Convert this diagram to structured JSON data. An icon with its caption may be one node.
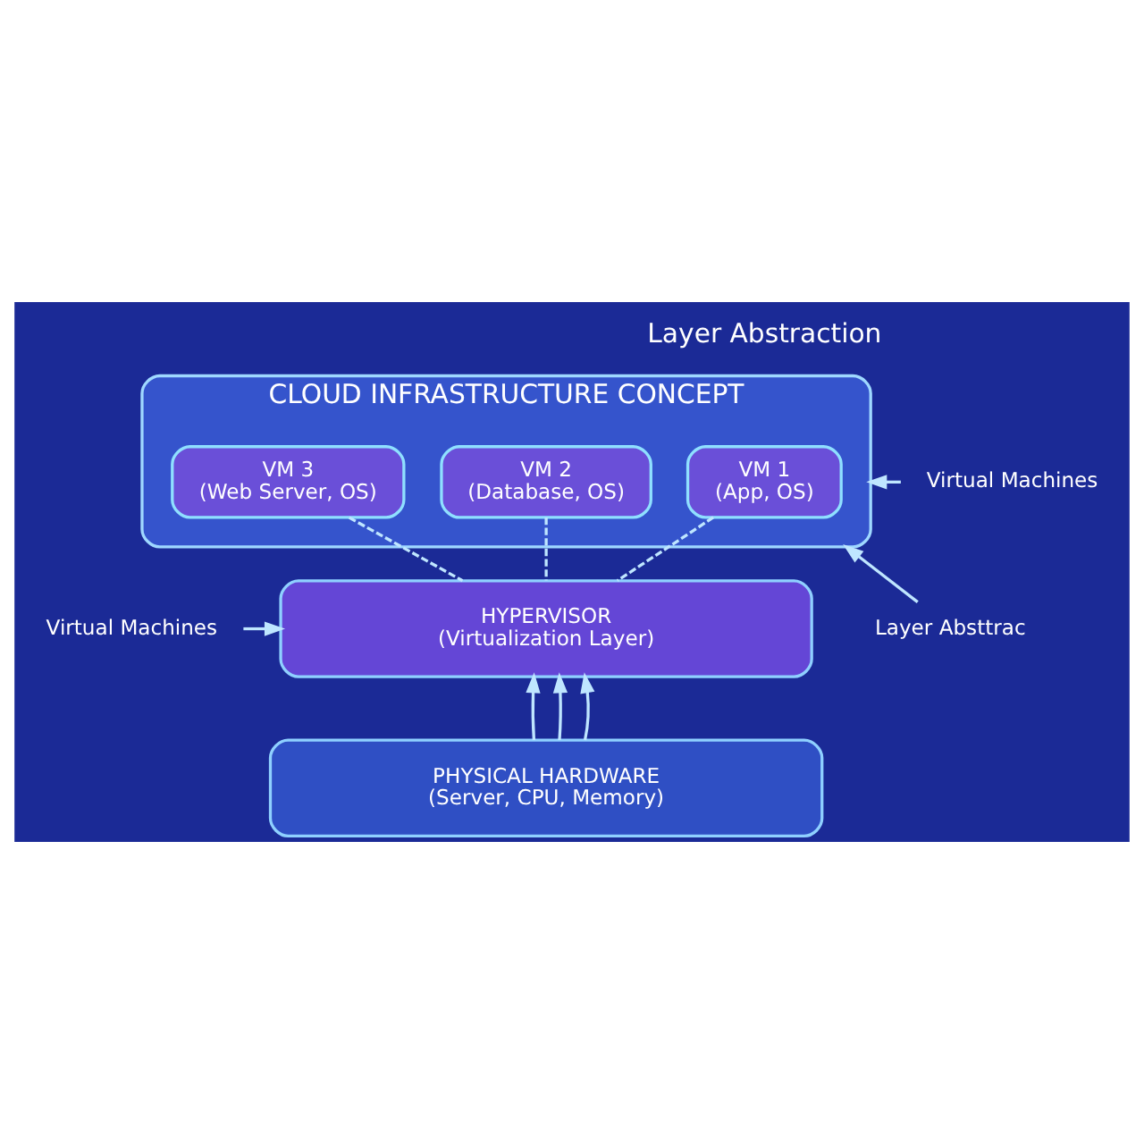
{
  "diagram": {
    "nodes": [
      {
        "text": [
          "CLOUD INFRASTRUCTURE CONCEPT"
        ]
      },
      {
        "text": [
          "VM 1",
          "(App, OS)"
        ],
        "in": 0
      },
      {
        "text": [
          "VM 2",
          "(Database, OS)"
        ],
        "in": 0
      },
      {
        "text": [
          "VM 3",
          "(Web Server, OS)"
        ],
        "in": 0
      },
      {
        "text": [
          "HYPERVISOR",
          "(Virtualization Layer)"
        ]
      },
      {
        "text": [
          "PHYSICAL HARDWARE",
          "(Server, CPU, Memory)"
        ]
      },
      {
        "text": [
          "Virtual Machines"
        ]
      },
      {
        "text": [
          "Layer Absttrac"
        ]
      },
      {
        "text": [
          "Virtual Machines"
        ]
      }
    ],
    "edges": [
      {
        "from": 1,
        "to": 4,
        "arrow": "none",
        "style": "dashed"
      },
      {
        "from": 2,
        "to": 4,
        "arrow": "none",
        "style": "dashed"
      },
      {
        "from": 3,
        "to": 4,
        "arrow": "none",
        "style": "dashed"
      },
      {
        "from": 5,
        "to": 4,
        "arrow": "to"
      },
      {
        "from": 5,
        "to": 4,
        "arrow": "to"
      },
      {
        "from": 5,
        "to": 4,
        "arrow": "to"
      },
      {
        "from": 6,
        "to": 0,
        "arrow": "to"
      },
      {
        "from": 7,
        "to": 0,
        "arrow": "to"
      },
      {
        "from": 8,
        "to": 4,
        "arrow": "to"
      }
    ],
    "labels": [
      "Layer Abstraction"
    ]
  }
}
